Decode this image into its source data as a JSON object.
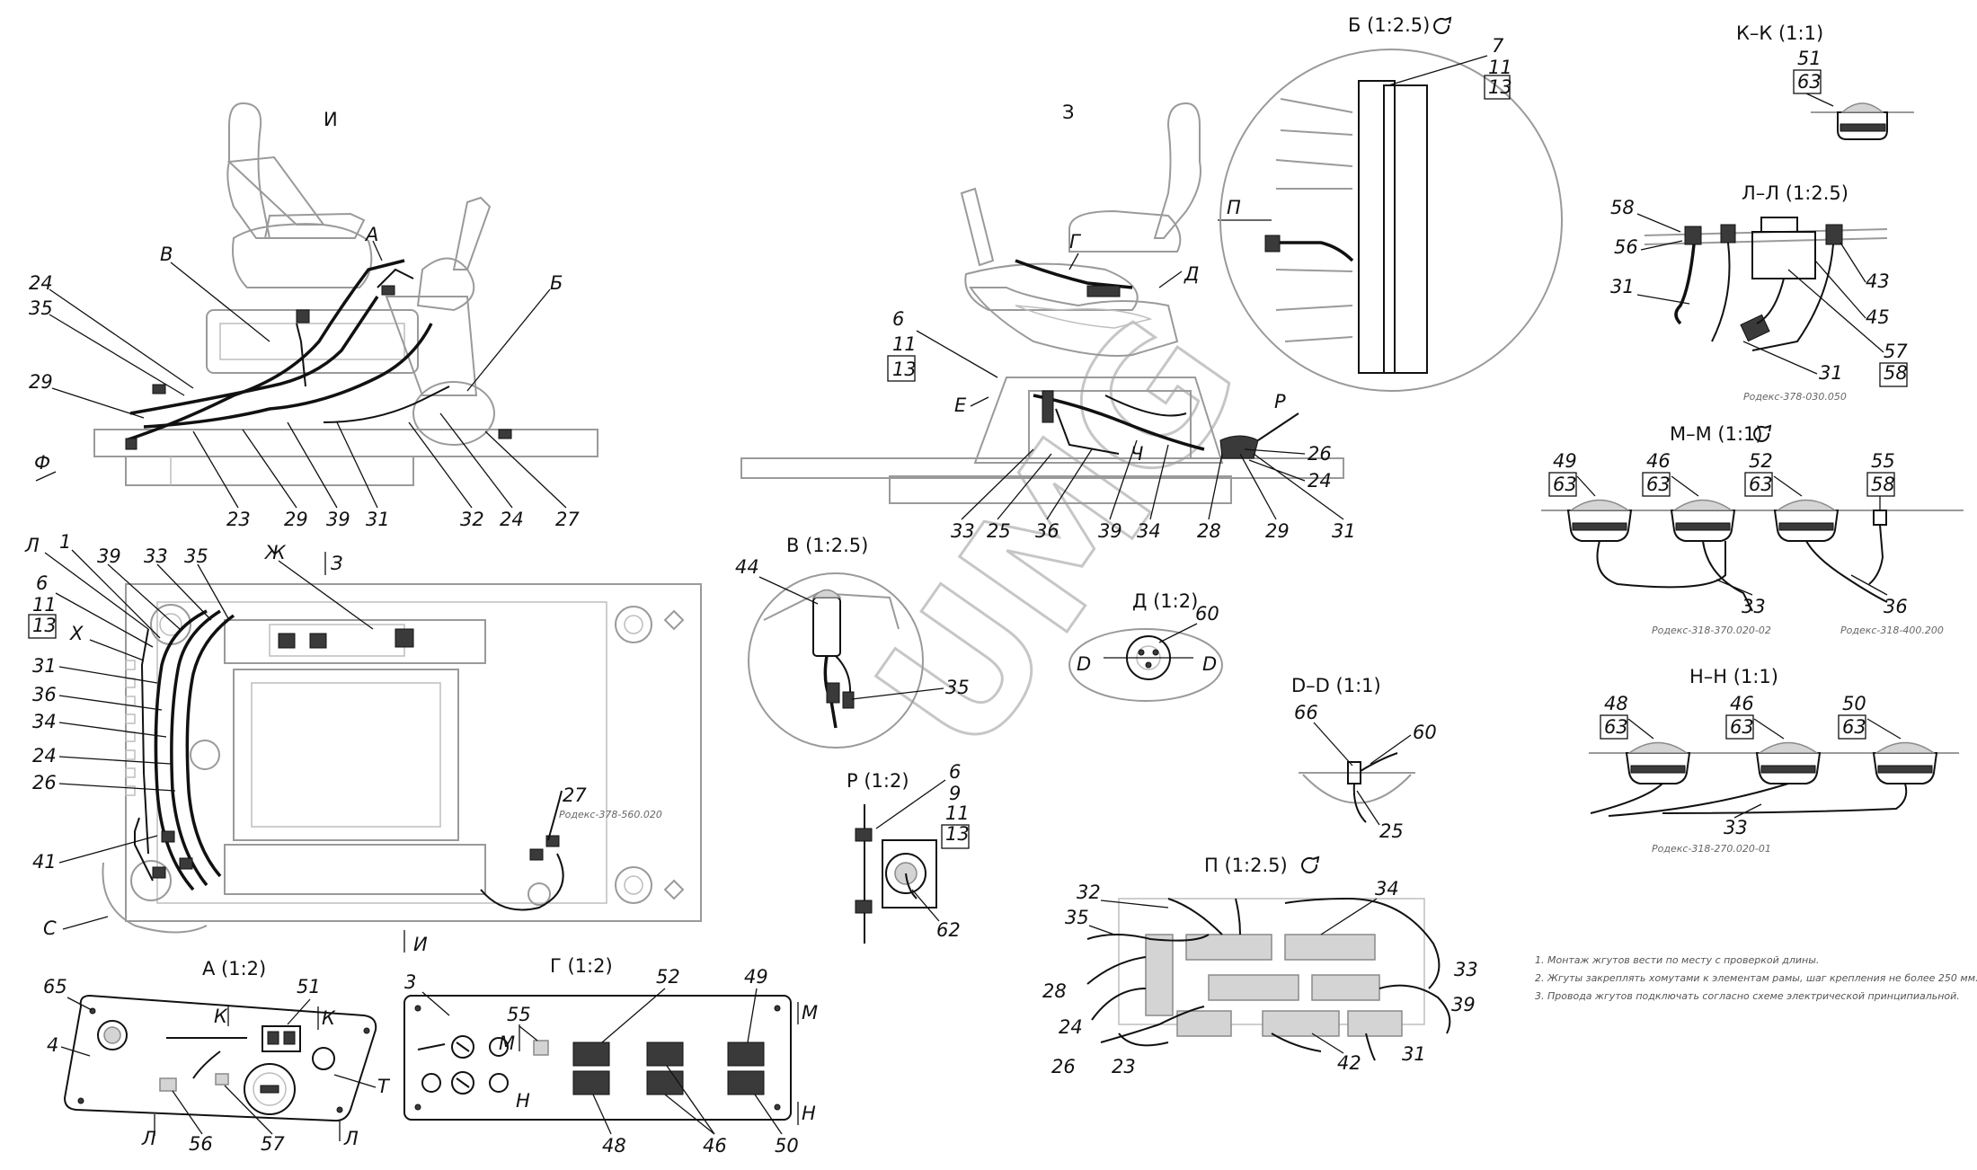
{
  "views": {
    "I": "И",
    "Z": "З",
    "B_detail": "Б (1:2.5)",
    "KK": "К–К (1:1)",
    "LL": "Л–Л (1:2.5)",
    "MM": "М–М (1:1)",
    "V_detail": "В (1:2.5)",
    "D_detail": "Д (1:2)",
    "DD": "D–D (1:1)",
    "NN": "Н–Н (1:1)",
    "R_detail": "Р (1:2)",
    "P_detail": "П (1:2.5)",
    "A_detail": "А (1:2)",
    "G_detail": "Г (1:2)"
  },
  "callouts": {
    "side_left": [
      "В",
      "А",
      "Б",
      "24",
      "35",
      "29",
      "Ф",
      "23",
      "29",
      "39",
      "31",
      "32",
      "24",
      "27"
    ],
    "side_right": [
      "Г",
      "Д",
      "П",
      "6",
      "11",
      "13",
      "Е",
      "Р",
      "Ч",
      "26",
      "24",
      "33",
      "25",
      "36",
      "39",
      "34",
      "28",
      "29",
      "31"
    ],
    "plan": [
      "Л",
      "1",
      "39",
      "33",
      "35",
      "Ж",
      "З",
      "6",
      "11",
      "13",
      "Х",
      "31",
      "36",
      "34",
      "24",
      "26",
      "27",
      "41",
      "С",
      "И"
    ],
    "detail_B": [
      "7",
      "11",
      "13"
    ],
    "detail_KK": [
      "51",
      "63"
    ],
    "detail_LL": [
      "58",
      "56",
      "31",
      "43",
      "45",
      "57",
      "58",
      "31"
    ],
    "detail_MM": [
      "49",
      "63",
      "46",
      "63",
      "52",
      "63",
      "55",
      "58",
      "33",
      "36"
    ],
    "detail_V": [
      "44",
      "35"
    ],
    "detail_D": [
      "60",
      "D",
      "D"
    ],
    "detail_DD": [
      "66",
      "60",
      "25"
    ],
    "detail_NN": [
      "48",
      "63",
      "46",
      "63",
      "50",
      "63",
      "33"
    ],
    "detail_R": [
      "6",
      "9",
      "11",
      "13",
      "62"
    ],
    "detail_P": [
      "32",
      "35",
      "28",
      "24",
      "26",
      "23",
      "34",
      "33",
      "39",
      "42",
      "31"
    ],
    "detail_A": [
      "65",
      "4",
      "51",
      "К",
      "К",
      "Т",
      "Л",
      "56",
      "57",
      "Л"
    ],
    "detail_G": [
      "3",
      "55",
      "М",
      "52",
      "49",
      "М",
      "Н",
      "48",
      "46",
      "50",
      "Н"
    ]
  },
  "part_numbers": {
    "plan": "Родекс-378-560.020",
    "LL": "Родекс-378-030.050",
    "MM_left": "Родекс-318-370.020-02",
    "MM_right": "Родекс-318-400.200",
    "NN": "Родекс-318-270.020-01"
  },
  "notes": [
    "1. Монтаж жгутов вести по месту с проверкой длины.",
    "2. Жгуты закреплять хомутами к элементам рамы, шаг крепления не более 250 мм.",
    "3. Провода жгутов подключать согласно схеме электрической принципиальной."
  ],
  "watermark": "UMG"
}
